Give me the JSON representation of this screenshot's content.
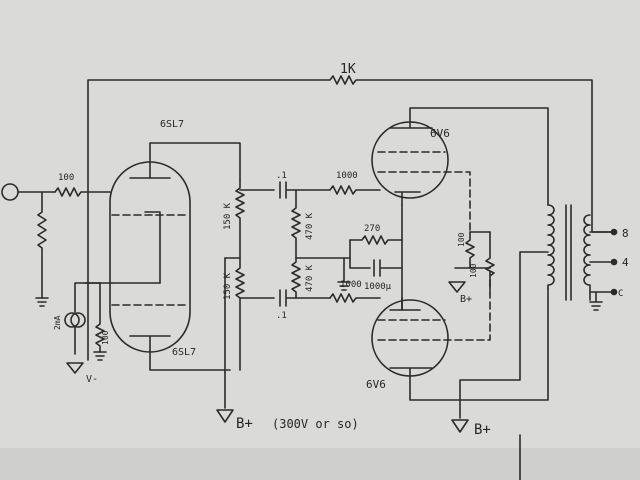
{
  "labels": {
    "feedback_resistor": "1K",
    "driver_tube_top": "6SL7",
    "driver_tube_bottom": "6SL7",
    "input_resistor": "100",
    "cathode_resistor": "100",
    "current_source": "2mA",
    "neg_supply": "V-",
    "plate_resistor_top": "150 K",
    "plate_resistor_bottom": "150 K",
    "coupling_cap_top": ".1",
    "coupling_cap_bottom": ".1",
    "grid_leak_top": "470 K",
    "grid_leak_bottom": "470 K",
    "grid_stopper_top": "1000",
    "grid_stopper_bottom": "1000",
    "cathode_bias_resistor": "270",
    "cathode_bypass_cap": "1000µ",
    "output_tube_top": "6V6",
    "output_tube_bottom": "6V6",
    "screen_resistor_a": "100",
    "screen_resistor_b": "100",
    "screen_supply": "B+",
    "tap_8": "8",
    "tap_4": "4",
    "tap_common": "C",
    "bplus_driver": "B+",
    "bplus_note": "(300V or so)",
    "bplus_output": "B+"
  }
}
